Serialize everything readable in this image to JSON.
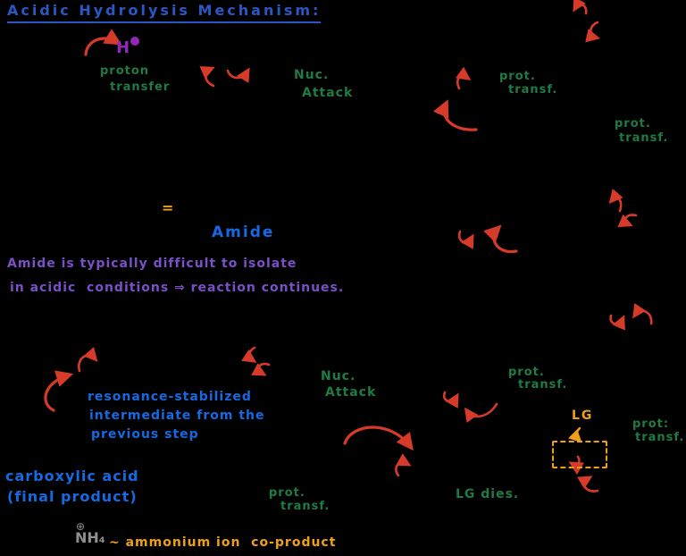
{
  "colors": {
    "background": "#000000",
    "title_blue": "#2a57c4",
    "bright_blue": "#1569e2",
    "green": "#1e7b44",
    "red": "#d63b2a",
    "purple": "#9327b8",
    "violet": "#7a4fc7",
    "orange": "#f0a017",
    "gray": "#8f8f8f"
  },
  "title": "Acidic Hydrolysis Mechanism:",
  "step1": {
    "proton": "H",
    "label": [
      "proton",
      "transfer"
    ]
  },
  "nuc_attack_1": [
    "Nuc.",
    "Attack"
  ],
  "prot_transf_a": [
    "prot.",
    "transf."
  ],
  "prot_transf_b": [
    "prot.",
    "transf."
  ],
  "equals_mark": "=",
  "amide": {
    "label": "Amide",
    "note": [
      "Amide is typically difficult to isolate",
      "in acidic  conditions ⇒ reaction continues."
    ]
  },
  "resonance_note": [
    "resonance-stabilized",
    "intermediate from the",
    "previous step"
  ],
  "nuc_attack_2": [
    "Nuc.",
    "Attack"
  ],
  "prot_transf_c": [
    "prot.",
    "transf."
  ],
  "prot_transf_d": [
    "prot:",
    "transf."
  ],
  "leaving_group": {
    "label": "LG",
    "dies": "LG dies."
  },
  "carboxylic": [
    "carboxylic acid",
    "(final product)"
  ],
  "prot_transf_e": [
    "prot.",
    "transf."
  ],
  "ammonium": {
    "charge_symbol": "⊕",
    "formula": "NH₄",
    "note": "~ ammonium ion  co-product"
  }
}
